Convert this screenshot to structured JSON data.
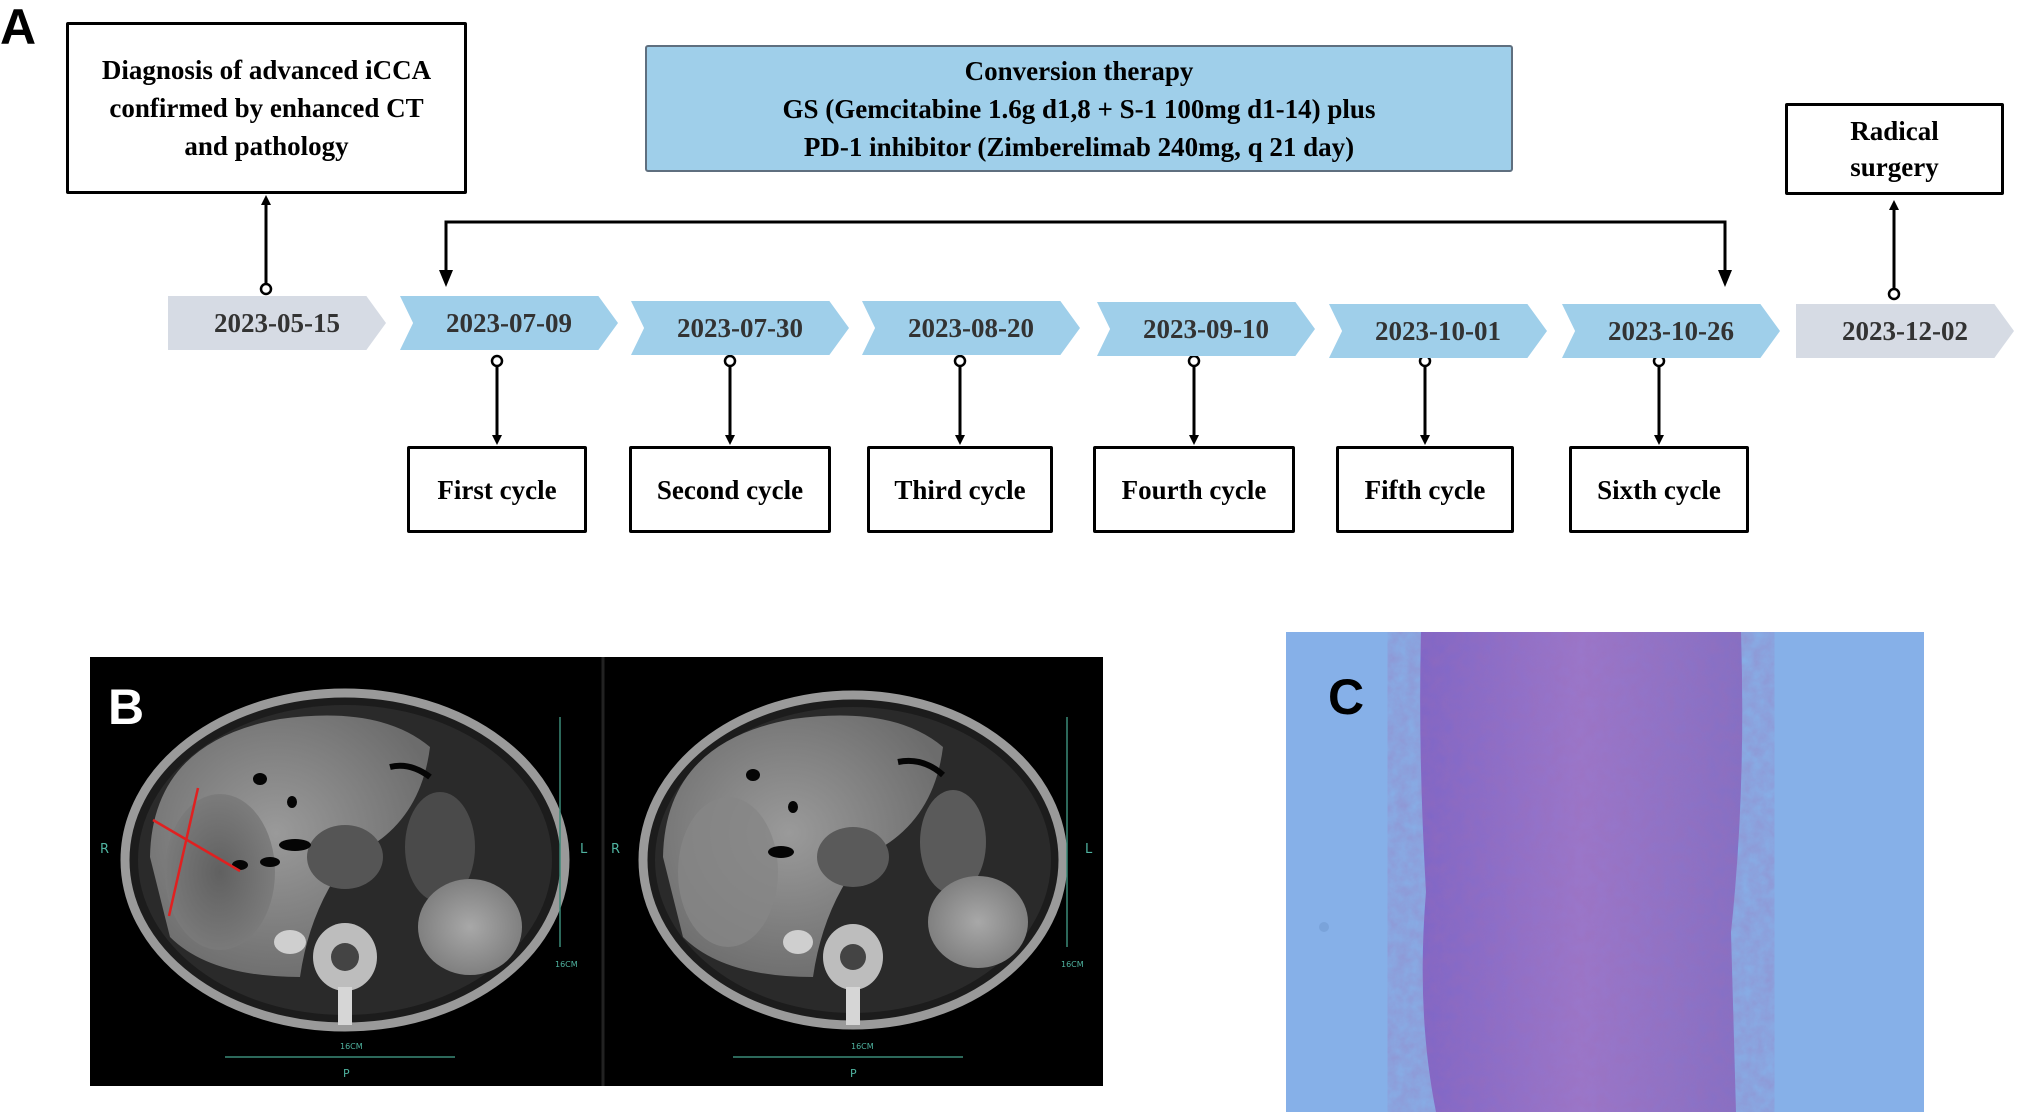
{
  "panels": {
    "a": "A",
    "b": "B",
    "c": "C"
  },
  "diagnosis": {
    "lines": [
      "Diagnosis of advanced iCCA",
      "confirmed by enhanced CT",
      "and pathology"
    ]
  },
  "therapy": {
    "lines": [
      "Conversion therapy",
      "GS (Gemcitabine 1.6g d1,8 + S-1  100mg d1-14) plus",
      "PD-1 inhibitor (Zimberelimab 240mg, q 21 day)"
    ]
  },
  "surgery": {
    "lines": [
      "Radical",
      "surgery"
    ]
  },
  "dates": [
    "2023-05-15",
    "2023-07-09",
    "2023-07-30",
    "2023-08-20",
    "2023-09-10",
    "2023-10-01",
    "2023-10-26",
    "2023-12-02"
  ],
  "cycles": [
    "First cycle",
    "Second cycle",
    "Third cycle",
    "Fourth cycle",
    "Fifth cycle",
    "Sixth cycle"
  ],
  "ct": {
    "left_side": "R",
    "right_side": "L",
    "scale": "16CM",
    "posterior": "P"
  },
  "colors": {
    "timeline_blue": "#9fcfea",
    "timeline_gray": "#d6dbe4",
    "histology_bg": "#86b0e8",
    "tissue": "#8a6cc4"
  }
}
